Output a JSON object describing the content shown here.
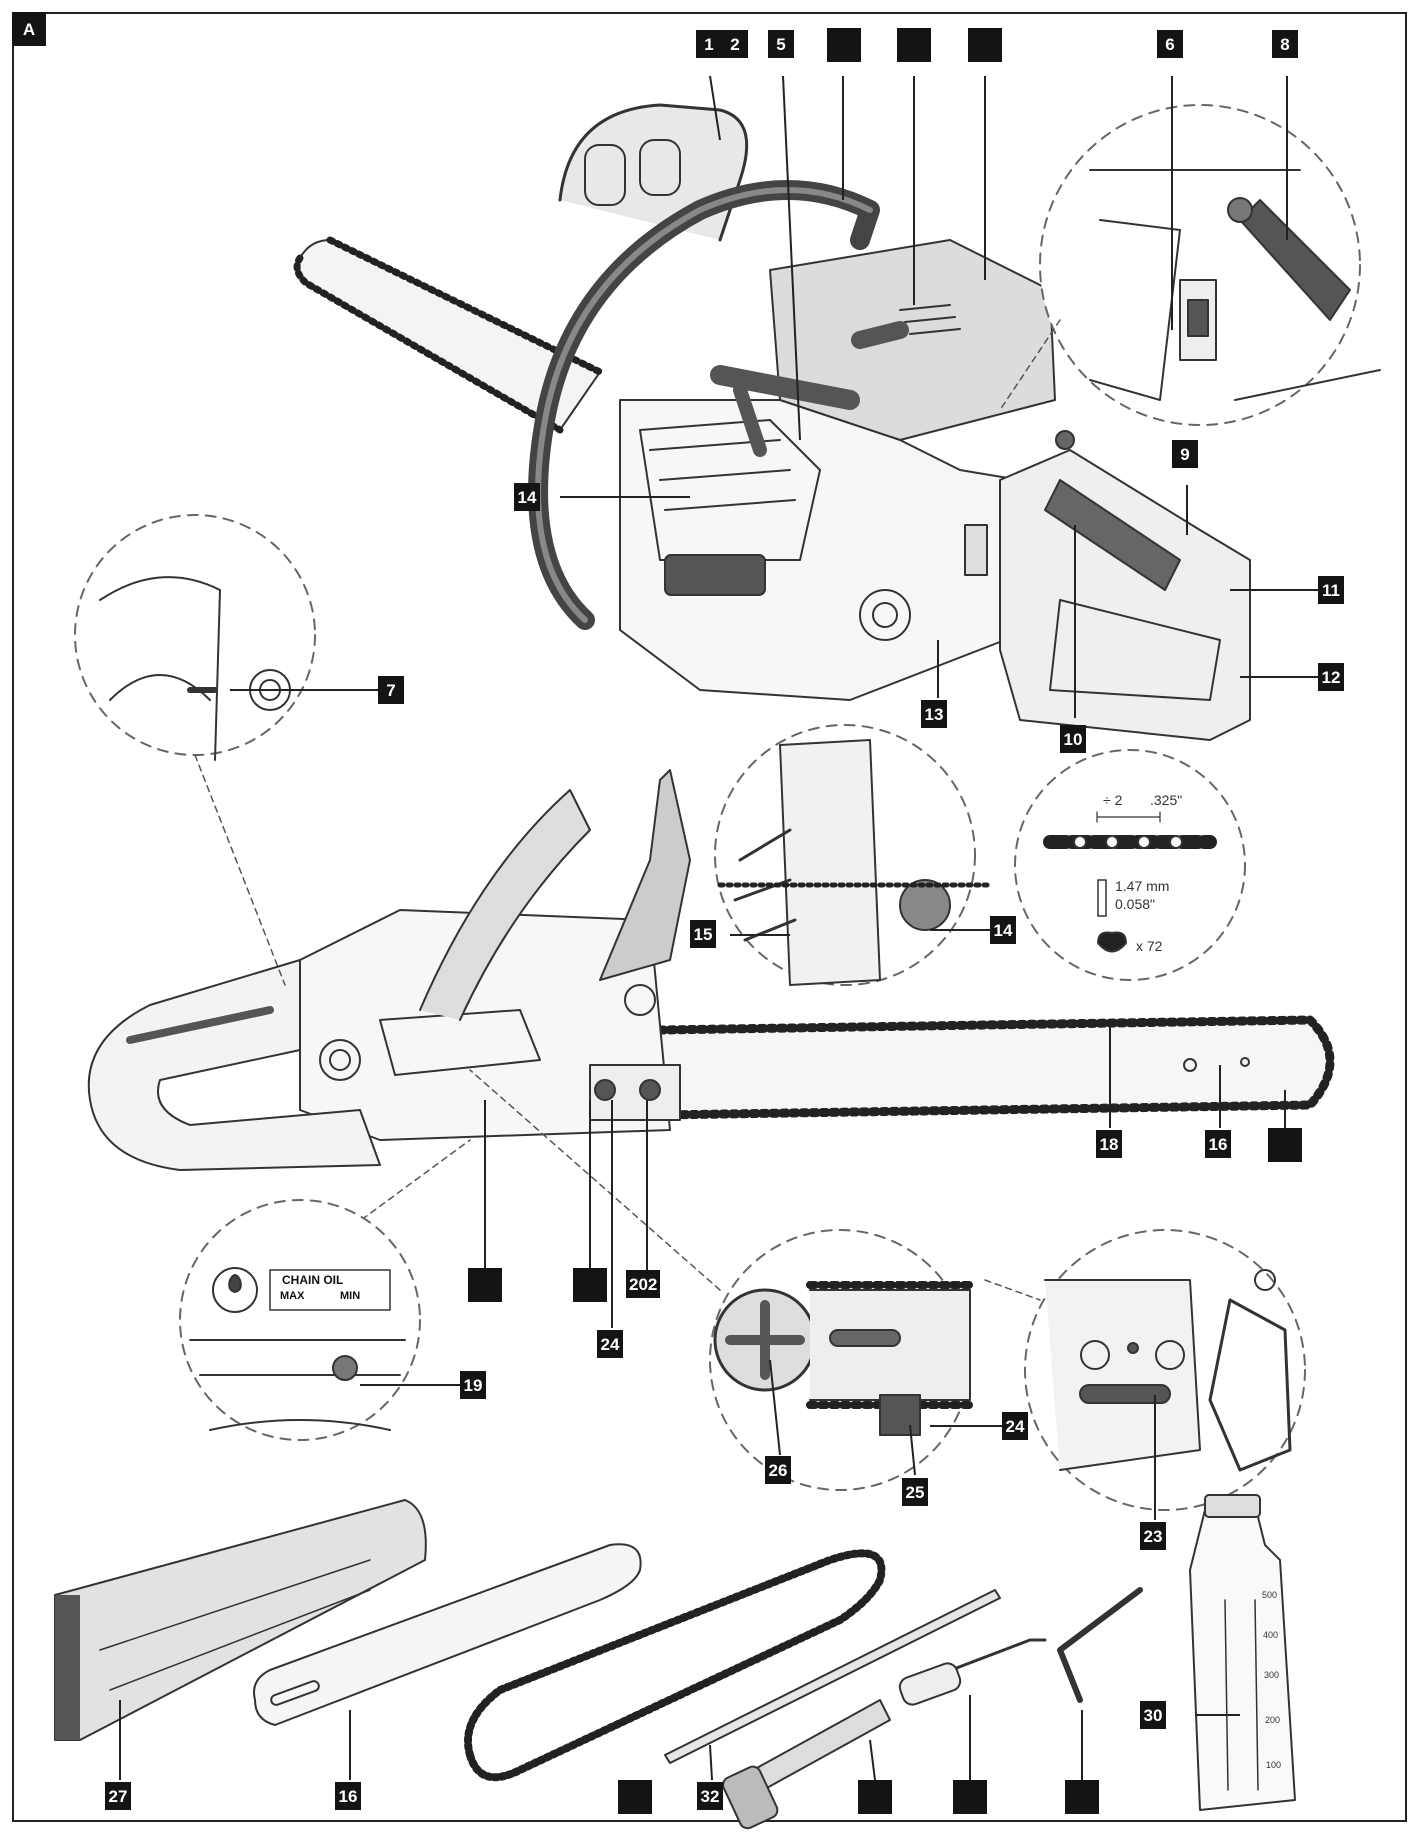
{
  "figure_label": "A",
  "callouts": {
    "n1": "1",
    "n2": "2",
    "n5": "5",
    "n6": "6",
    "n8": "8",
    "n9": "9",
    "n11": "11",
    "n12": "12",
    "n13": "13",
    "n10": "10",
    "n14a": "14",
    "n14b": "14",
    "n7": "7",
    "n15": "15",
    "n18": "18",
    "n16a": "16",
    "n16b": "16",
    "n202": "202",
    "n24a": "24",
    "n24b": "24",
    "n19": "19",
    "n26": "26",
    "n25": "25",
    "n23": "23",
    "n27": "27",
    "n32": "32",
    "n30": "30"
  },
  "chain_spec": {
    "pitch_divisor": "÷ 2",
    "pitch": ".325\"",
    "gauge_mm": "1.47 mm",
    "gauge_in": "0.058\"",
    "link_count": "x 72"
  },
  "oil_label": {
    "title": "CHAIN OIL",
    "max": "MAX",
    "min": "MIN"
  },
  "bottle_scale": [
    "500",
    "400",
    "300",
    "200",
    "100"
  ]
}
